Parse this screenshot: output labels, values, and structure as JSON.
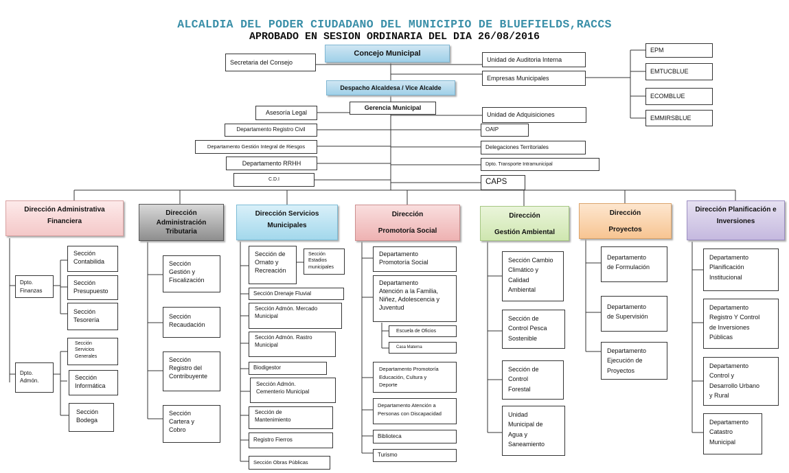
{
  "title": "ALCALDIA DEL PODER CIUDADANO DEL MUNICIPIO DE  BLUEFIELDS,RACCS",
  "subtitle": "APROBADO EN SESION ORDINARIA DEL DIA 26/08/2016",
  "top": {
    "concejo": "Concejo Municipal",
    "secretaria": "Secretaria del Consejo",
    "auditoria": "Unidad de Auditoria Interna",
    "empresas": "Empresas Municipales",
    "despacho": "Despacho Alcaldesa / Vice Alcalde",
    "gerencia": "Gerencia Municipal",
    "empresas_list": [
      "EPM",
      "EMTUCBLUE",
      "ECOMBLUE",
      "EMMIRSBLUE"
    ]
  },
  "left_units": [
    "Asesoría Legal",
    "Departamento Registro Civil",
    "Departamento Gestión Integral de Riesgos",
    "Departamento RRHH",
    "C.D.I"
  ],
  "right_units": [
    "Unidad de Adquisiciones",
    "OAIP",
    "Delegaciones Territoriales",
    "Dpto. Transporte Intramunicipal",
    "CAPS"
  ],
  "directions": {
    "financiera": {
      "head": [
        "Dirección Administrativa",
        "Financiera"
      ],
      "groups": [
        "Dpto. Finanzas",
        "Dpto. Admón."
      ],
      "finanzas": [
        [
          "Sección",
          "Contabilida"
        ],
        [
          "Sección",
          "Presupuesto"
        ],
        [
          "Sección",
          "Tesorería"
        ]
      ],
      "admon": [
        [
          "Sección",
          "Servicios",
          "Generales"
        ],
        [
          "Sección",
          "Informática"
        ],
        [
          "Sección",
          "Bodega"
        ]
      ]
    },
    "tributaria": {
      "head": [
        "Dirección",
        "Administración",
        "Tributaria"
      ],
      "items": [
        [
          "Sección",
          "Gestión y",
          "Fiscalización"
        ],
        [
          "Sección",
          "Recaudación"
        ],
        [
          "Sección",
          "Registro del",
          "Contribuyente"
        ],
        [
          "Sección",
          "Cartera y",
          "Cobro"
        ]
      ]
    },
    "servicios": {
      "head": [
        "Dirección Servicios",
        "Municipales"
      ],
      "ornato": [
        "Sección de",
        "Ornato y",
        "Recreación"
      ],
      "estadios": [
        "Sección",
        "Estadios",
        "municipales"
      ],
      "items": [
        [
          "Sección Drenaje Fluvial"
        ],
        [
          "Sección Admón. Mercado",
          "Municipal"
        ],
        [
          "Sección Admón.  Rastro",
          "Municipal"
        ],
        [
          "Biodigestor"
        ],
        [
          "Sección Admón.",
          "Cementerio Municipal"
        ],
        [
          "Sección de",
          "Mantenimiento"
        ],
        [
          "Registro Fierros"
        ],
        [
          "Sección Obras Públicas"
        ]
      ]
    },
    "promotoria": {
      "head": [
        "Dirección",
        "Promotoría Social"
      ],
      "items": [
        [
          "Departamento",
          "Promotoría Social"
        ],
        [
          "Departamento",
          "Atención a la Familia,",
          "Niñez, Adolescencia y",
          "Juventud"
        ],
        [
          "Departamento Promotoría",
          "Educación, Cultura y",
          "Deporte"
        ],
        [
          "Departamento Atención a",
          "Personas con Discapacidad"
        ],
        [
          "Biblioteca"
        ],
        [
          "Turismo"
        ]
      ],
      "sub": [
        "Escuela de Oficios",
        "Casa Materna"
      ]
    },
    "ambiental": {
      "head": [
        "Dirección",
        "Gestión Ambiental"
      ],
      "items": [
        [
          "Sección Cambio",
          "Climático y",
          "Calidad",
          "Ambiental"
        ],
        [
          "Sección de",
          "Control Pesca",
          "Sostenible"
        ],
        [
          "Sección de",
          "Control",
          "Forestal"
        ],
        [
          "Unidad",
          "Municipal de",
          "Agua y",
          "Saneamiento"
        ]
      ]
    },
    "proyectos": {
      "head": [
        "Dirección",
        "Proyectos"
      ],
      "items": [
        [
          "Departamento",
          "de Formulación"
        ],
        [
          "Departamento",
          "de Supervisión"
        ],
        [
          "Departamento",
          "Ejecución de",
          "Proyectos"
        ]
      ]
    },
    "planificacion": {
      "head": [
        "Dirección Planificación e",
        "Inversiones"
      ],
      "items": [
        [
          "Departamento",
          "Planificación",
          "Institucional"
        ],
        [
          "Departamento",
          "Registro Y Control",
          "de Inversiones",
          "Públicas"
        ],
        [
          "Departamento",
          "Control y",
          "Desarrollo Urbano",
          "y Rural"
        ],
        [
          "Departamento",
          "Catastro",
          "Municipal"
        ]
      ]
    }
  },
  "colors": {
    "title": "#3a8fa8",
    "financiera": "#f6d3d3",
    "tributaria": "#9a9a9a",
    "servicios": "#a9dcef",
    "promotoria": "#f1b8b8",
    "ambiental": "#d6eab9",
    "proyectos": "#f9cfa3",
    "planificacion": "#cdc2e3"
  }
}
